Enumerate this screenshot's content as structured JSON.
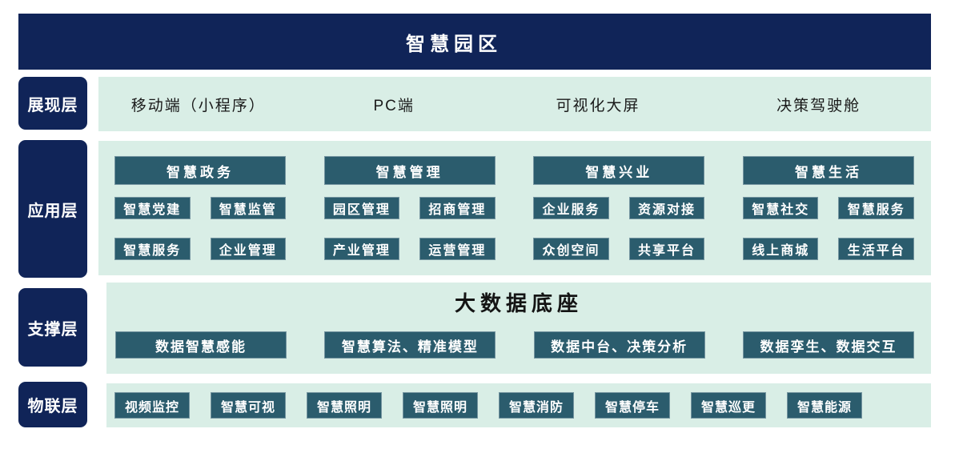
{
  "title": "智慧园区",
  "colors": {
    "navy": "#102458",
    "teal": "#2b5c6d",
    "mint": "#d9eee6"
  },
  "layers": {
    "presentation": {
      "label": "展现层",
      "items": [
        "移动端（小程序）",
        "PC端",
        "可视化大屏",
        "决策驾驶舱"
      ]
    },
    "application": {
      "label": "应用层",
      "groups": [
        {
          "header": "智慧政务",
          "items": [
            "智慧党建",
            "智慧监管",
            "智慧服务",
            "企业管理"
          ]
        },
        {
          "header": "智慧管理",
          "items": [
            "园区管理",
            "招商管理",
            "产业管理",
            "运营管理"
          ]
        },
        {
          "header": "智慧兴业",
          "items": [
            "企业服务",
            "资源对接",
            "众创空间",
            "共享平台"
          ]
        },
        {
          "header": "智慧生活",
          "items": [
            "智慧社交",
            "智慧服务",
            "线上商城",
            "生活平台"
          ]
        }
      ]
    },
    "support": {
      "label": "支撑层",
      "title": "大数据底座",
      "items": [
        "数据智慧感能",
        "智慧算法、精准模型",
        "数据中台、决策分析",
        "数据孪生、数据交互"
      ]
    },
    "iot": {
      "label": "物联层",
      "items": [
        "视频监控",
        "智慧可视",
        "智慧照明",
        "智慧照明",
        "智慧消防",
        "智慧停车",
        "智慧巡更",
        "智慧能源"
      ]
    }
  }
}
